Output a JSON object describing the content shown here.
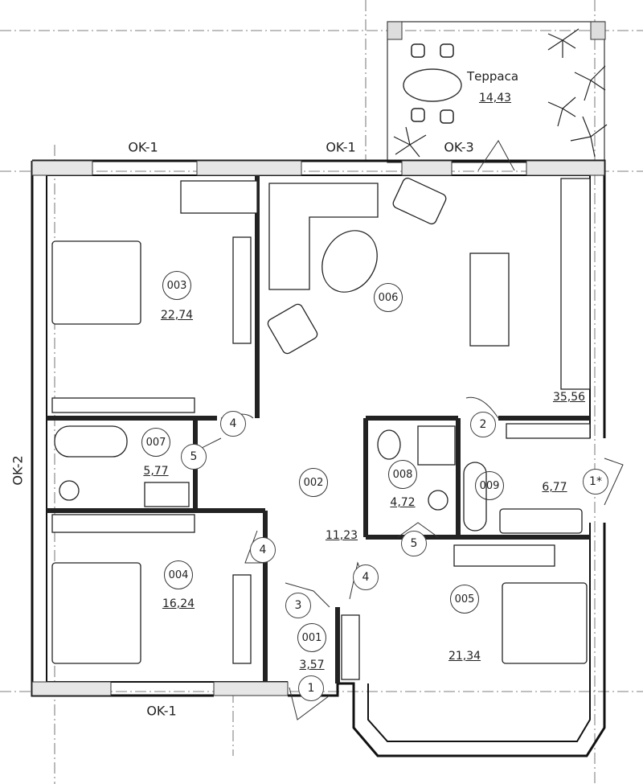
{
  "title": "Floor plan",
  "windows": {
    "ok1_a": "OK-1",
    "ok1_b": "OK-1",
    "ok3": "OK-3",
    "ok1_c": "OK-1",
    "ok2": "OK-2"
  },
  "terrace": {
    "name": "Терраса",
    "area": "14,43"
  },
  "rooms": [
    {
      "id": "003",
      "area": "22,74"
    },
    {
      "id": "006",
      "area": "35,56"
    },
    {
      "id": "007",
      "area": "5,77"
    },
    {
      "id": "008",
      "area": "4,72"
    },
    {
      "id": "009",
      "area": "6,77"
    },
    {
      "id": "002",
      "area": "11,23"
    },
    {
      "id": "004",
      "area": "16,24"
    },
    {
      "id": "001",
      "area": "3,57"
    },
    {
      "id": "005",
      "area": "21,34"
    }
  ],
  "doors": [
    "4",
    "5",
    "2",
    "1*",
    "5",
    "4",
    "4",
    "3",
    "1"
  ]
}
